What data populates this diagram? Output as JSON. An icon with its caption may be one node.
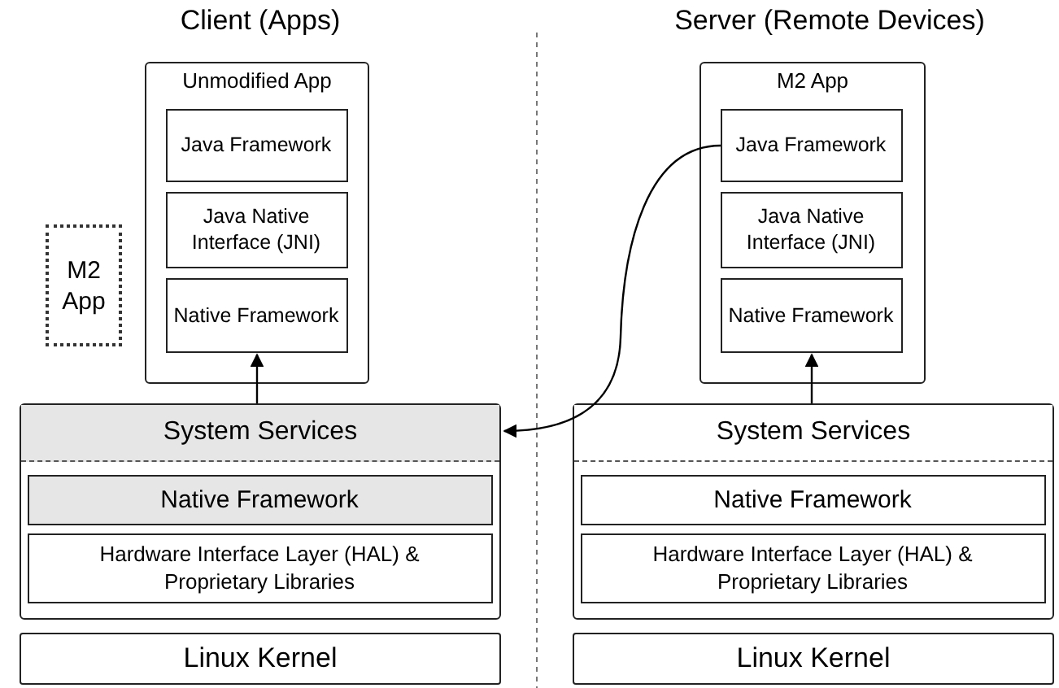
{
  "diagram": {
    "nodes": [
      {
        "text": [
          "Unmodified App"
        ]
      },
      {
        "text": [
          "Java Framework"
        ],
        "in": 0
      },
      {
        "text": [
          "Java Native Interface (JNI)"
        ],
        "in": 0
      },
      {
        "text": [
          "Native Framework"
        ],
        "in": 0
      },
      {
        "text": [
          "M2 App"
        ]
      },
      {
        "text": [
          "System Services"
        ]
      },
      {
        "text": [
          "Native Framework"
        ],
        "in": 5
      },
      {
        "text": [
          "Hardware Interface Layer (HAL) & Proprietary Libraries"
        ],
        "in": 5
      },
      {
        "text": [
          "Linux Kernel"
        ]
      },
      {
        "text": [
          "M2 App"
        ]
      },
      {
        "text": [
          "Java Framework"
        ],
        "in": 9
      },
      {
        "text": [
          "Java Native Interface (JNI)"
        ],
        "in": 9
      },
      {
        "text": [
          "Native Framework"
        ],
        "in": 9
      },
      {
        "text": [
          "System Services"
        ]
      },
      {
        "text": [
          "Native Framework"
        ],
        "in": 13
      },
      {
        "text": [
          "Hardware Interface Layer (HAL) & Proprietary Libraries"
        ],
        "in": 13
      },
      {
        "text": [
          "Linux Kernel"
        ]
      }
    ],
    "edges": [
      {
        "from": 5,
        "to": 3,
        "arrow": "to"
      },
      {
        "from": 13,
        "to": 12,
        "arrow": "to"
      },
      {
        "from": 10,
        "to": 5,
        "arrow": "to"
      }
    ],
    "labels": [
      "Client (Apps)",
      "Server (Remote Devices)"
    ]
  }
}
